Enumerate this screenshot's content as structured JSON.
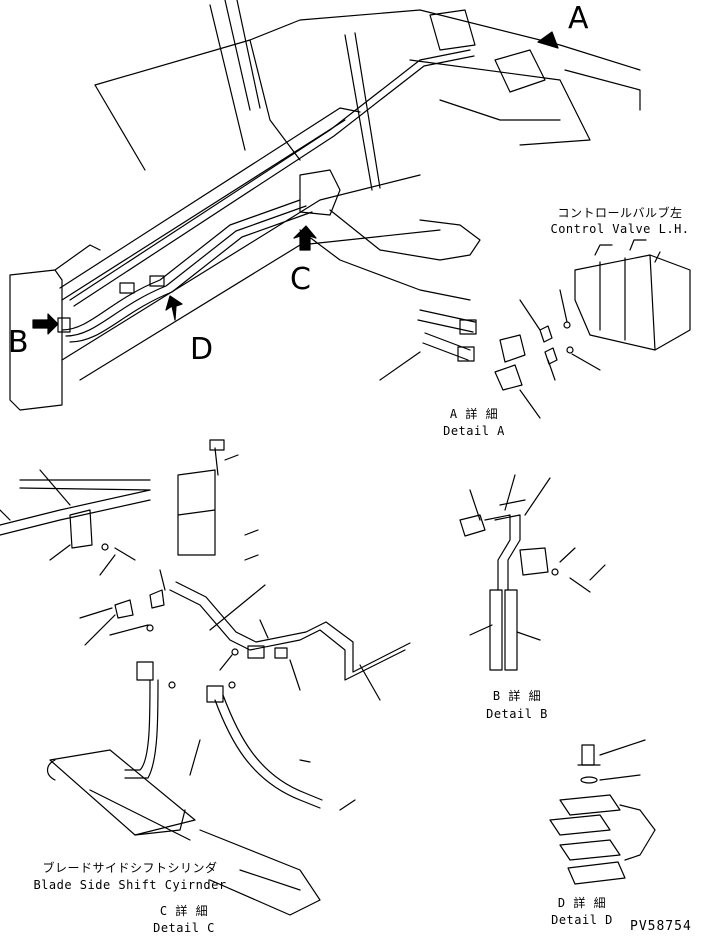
{
  "callouts": {
    "A": "A",
    "B": "B",
    "C": "C",
    "D": "D"
  },
  "labels": {
    "control_valve_jp": "コントロールバルブ左",
    "control_valve_en": "Control Valve L.H.",
    "detail_a_jp": "A 詳 細",
    "detail_a_en": "Detail A",
    "detail_b_jp": "B 詳 細",
    "detail_b_en": "Detail B",
    "blade_cylinder_jp": "ブレードサイドシフトシリンダ",
    "blade_cylinder_en": "Blade Side Shift Cyirnder",
    "detail_c_jp": "C 詳 細",
    "detail_c_en": "Detail C",
    "detail_d_jp": "D 詳 細",
    "detail_d_en": "Detail D"
  },
  "drawing_number": "PV58754"
}
